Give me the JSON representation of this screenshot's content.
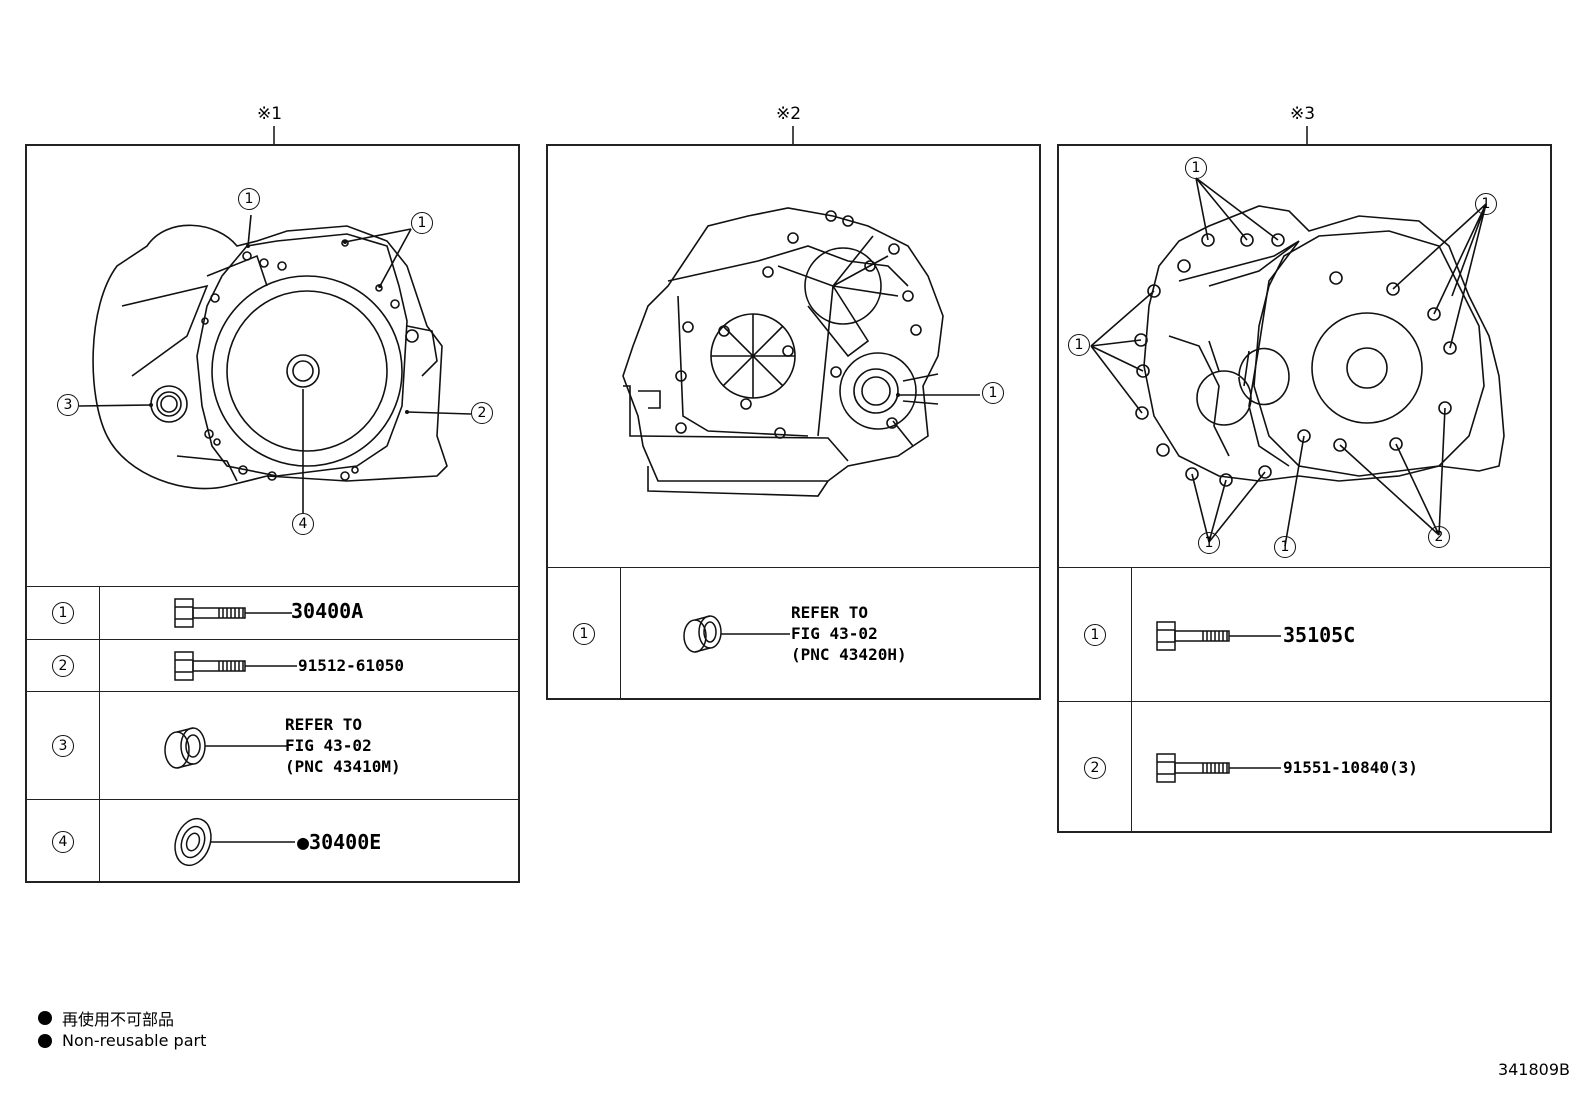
{
  "panels": [
    {
      "label": "※1",
      "rows": [
        {
          "num": "1",
          "part": "30400A"
        },
        {
          "num": "2",
          "part": "91512-61050"
        },
        {
          "num": "3",
          "refer": [
            "REFER TO",
            "FIG 43-02",
            "(PNC 43410M)"
          ]
        },
        {
          "num": "4",
          "part": "●30400E"
        }
      ],
      "callouts": [
        "1",
        "1",
        "2",
        "3",
        "4"
      ]
    },
    {
      "label": "※2",
      "rows": [
        {
          "num": "1",
          "refer": [
            "REFER TO",
            "FIG 43-02",
            "(PNC 43420H)"
          ]
        }
      ],
      "callouts": [
        "1"
      ]
    },
    {
      "label": "※3",
      "rows": [
        {
          "num": "1",
          "part": "35105C"
        },
        {
          "num": "2",
          "part": "91551-10840(3)"
        }
      ],
      "callouts": [
        "1",
        "1",
        "1",
        "1",
        "1",
        "2"
      ]
    }
  ],
  "legend": [
    {
      "text": "再使用不可部品"
    },
    {
      "text": "Non-reusable part"
    }
  ],
  "illustration_code": "341809B"
}
